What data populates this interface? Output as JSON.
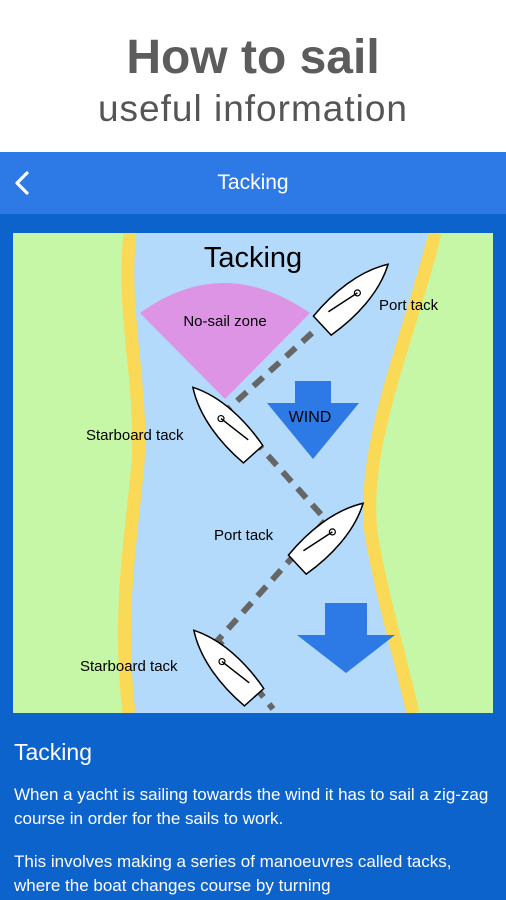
{
  "promo": {
    "title": "How to sail",
    "subtitle": "useful information"
  },
  "header": {
    "title": "Tacking",
    "back_icon": "chevron-left-icon"
  },
  "diagram": {
    "title": "Tacking",
    "no_sail_zone": "No-sail zone",
    "wind": "WIND",
    "labels": {
      "port_tack_top": "Port tack",
      "starboard_tack_top": "Starboard tack",
      "port_tack_middle": "Port tack",
      "starboard_tack_bottom": "Starboard tack"
    },
    "colors": {
      "land": "#c6f7a6",
      "water": "#b3d9fb",
      "shore": "#fad956",
      "no_sail_zone": "#dd94e5",
      "wind_arrow": "#2d7ae6"
    }
  },
  "article": {
    "title": "Tacking",
    "paragraphs": [
      "When a yacht is sailing towards the wind it has to sail a zig-zag course in order for the sails to work.",
      "This involves making a series of manoeuvres called tacks, where the boat changes course by turning"
    ]
  },
  "colors": {
    "app_bar": "#2d7ae6",
    "content_bg": "#0d63cc",
    "promo_text": "#5c5c5c"
  }
}
